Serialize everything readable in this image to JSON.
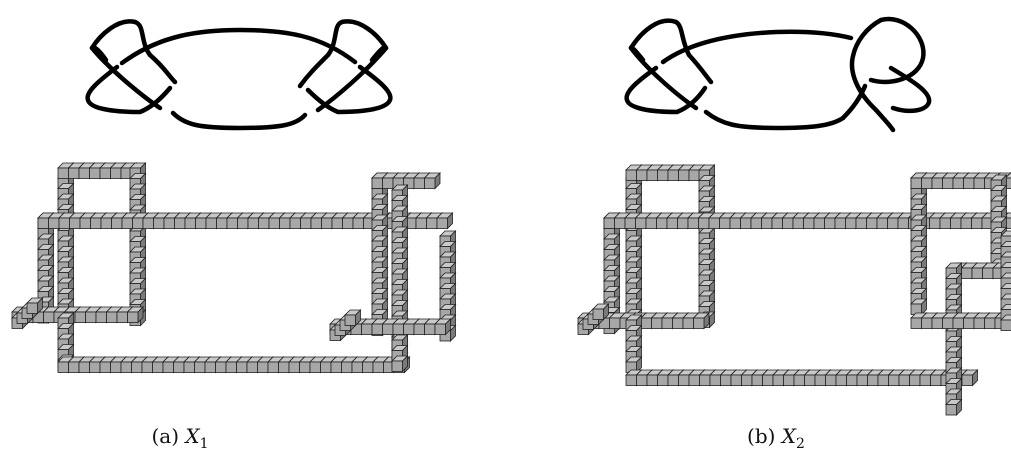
{
  "colors": {
    "knot_stroke": "#000000",
    "cube_fill": "#a7a7a7",
    "cube_top": "#c9c9c9",
    "cube_side": "#7a7a7a",
    "cube_edge": "#222222"
  },
  "panels": [
    {
      "caption_label": "(a)",
      "caption_var": "X",
      "caption_sub": "1"
    },
    {
      "caption_label": "(b)",
      "caption_var": "X",
      "caption_sub": "2"
    }
  ]
}
